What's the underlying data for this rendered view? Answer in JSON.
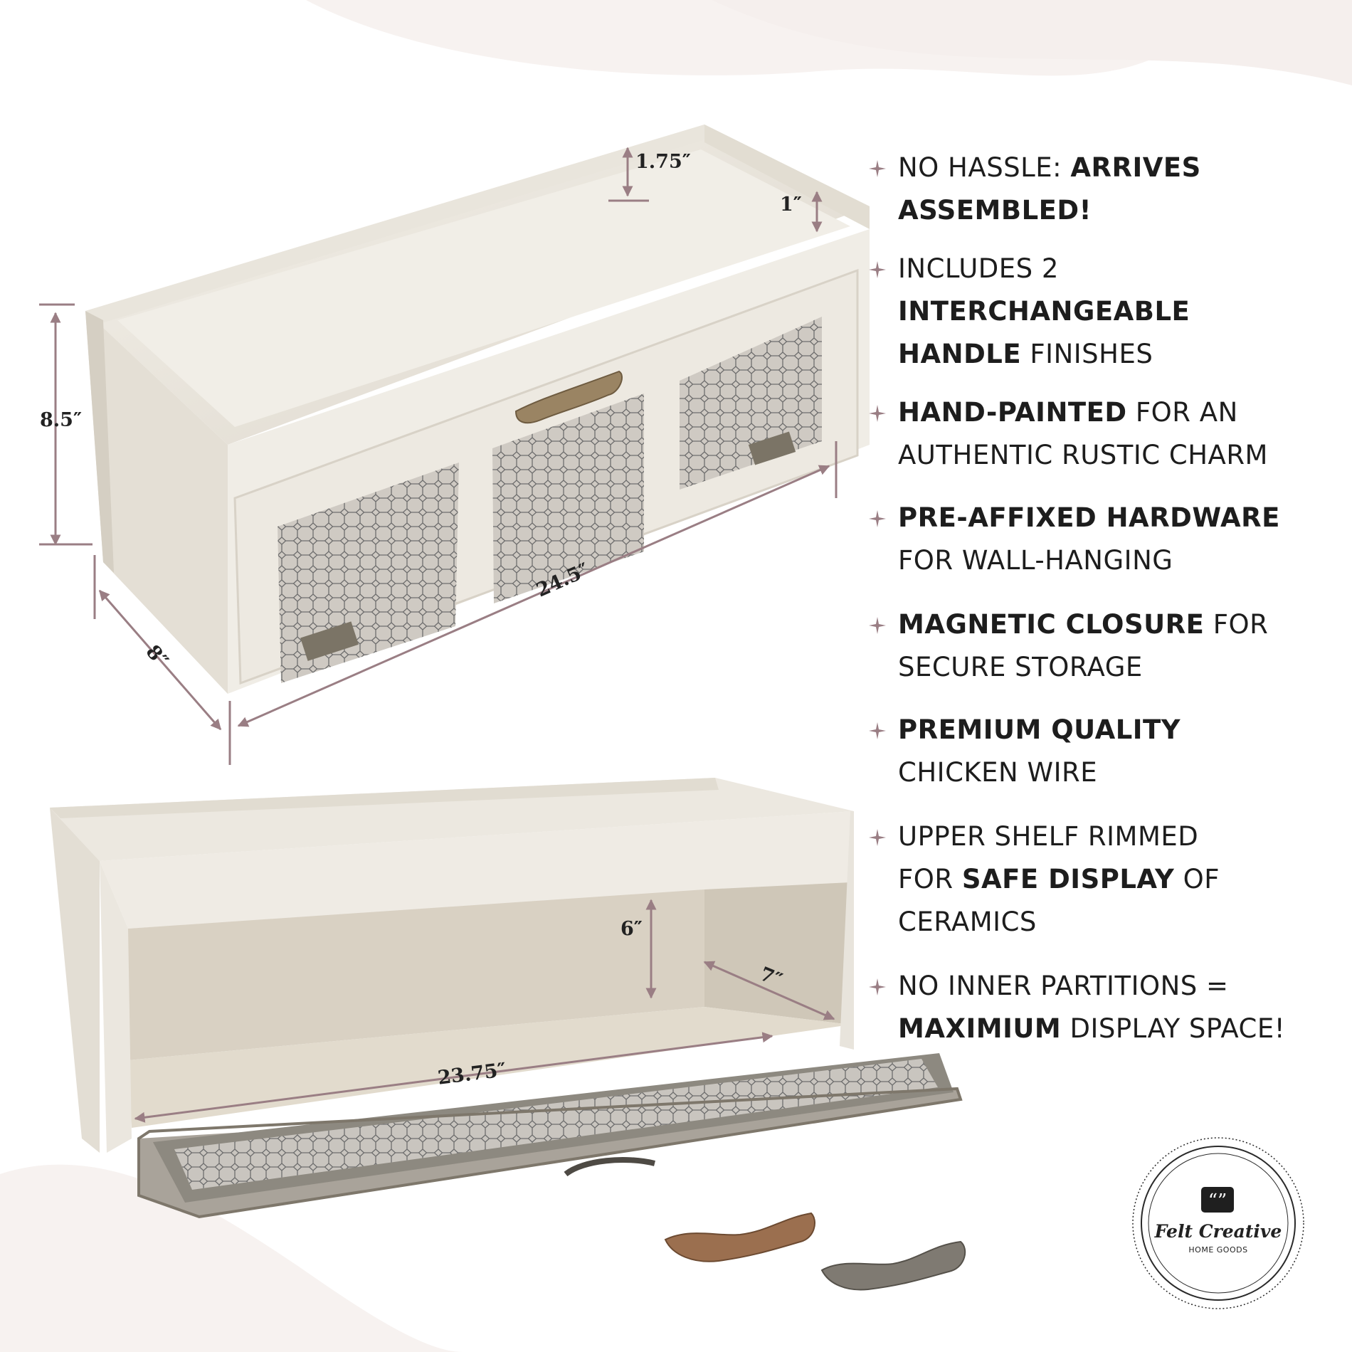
{
  "dimensions": {
    "rim_height": "1.75″",
    "rim_inset": "1″",
    "height": "8.5″",
    "depth": "8″",
    "width": "24.5″",
    "interior_height": "6″",
    "interior_depth": "7″",
    "interior_width": "23.75″"
  },
  "features": [
    {
      "plain_before": "NO HASSLE: ",
      "bold": "ARRIVES",
      "line2_bold": "ASSEMBLED!",
      "line2_plain": "",
      "line3_bold": "",
      "line3_plain": ""
    },
    {
      "plain_before": "INCLUDES 2",
      "bold": "",
      "line2_bold": "INTERCHANGEABLE",
      "line2_plain": "",
      "line3_bold": "HANDLE",
      "line3_plain": " FINISHES"
    },
    {
      "plain_before": "",
      "bold": "HAND-PAINTED",
      "plain_after": " FOR AN",
      "line2_plain": "AUTHENTIC RUSTIC CHARM"
    },
    {
      "plain_before": "",
      "bold": "PRE-AFFIXED HARDWARE",
      "plain_after": "",
      "line2_plain": "FOR WALL-HANGING"
    },
    {
      "plain_before": "",
      "bold": "MAGNETIC CLOSURE",
      "plain_after": " FOR",
      "line2_plain": "SECURE STORAGE"
    },
    {
      "plain_before": "",
      "bold": "PREMIUM QUALITY",
      "plain_after": "",
      "line2_plain": "CHICKEN WIRE"
    },
    {
      "line1": "UPPER SHELF RIMMED",
      "line2_plain_before": "FOR ",
      "line2_bold": "SAFE DISPLAY",
      "line2_plain_after": " OF",
      "line3_plain": "CERAMICS"
    },
    {
      "line1": "NO INNER PARTITIONS =",
      "line2_bold": "MAXIMIUM",
      "line2_plain_after": " DISPLAY SPACE!"
    }
  ],
  "logo": {
    "brand": "Felt Creative",
    "subtitle": "HOME GOODS",
    "quote_glyph": "“”"
  },
  "colors": {
    "background": "#ffffff",
    "accent_wave": "#f7f2f0",
    "arrow": "#9a7e84",
    "wood": "#ece8e0",
    "wood_shadow": "#d2ccc1"
  },
  "icons": [
    "sparkle-star-icon",
    "chat-quote-icon"
  ]
}
